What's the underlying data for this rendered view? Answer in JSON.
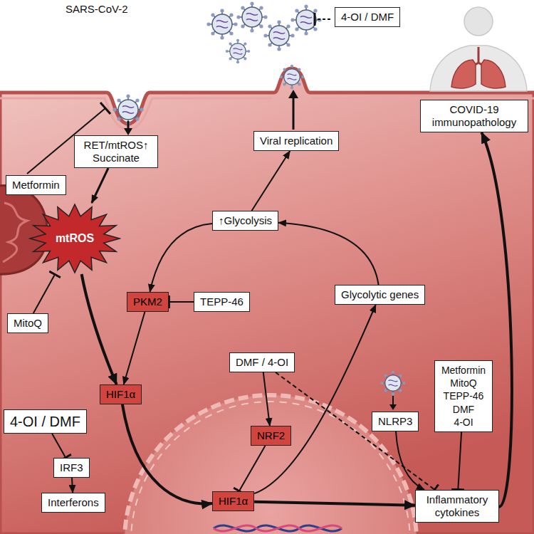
{
  "diagram": {
    "nodes": [
      {
        "text": [
          "Metformin"
        ]
      },
      {
        "text": [
          "RET/mtROS↑ Succinate"
        ]
      },
      {
        "text": [
          "mtROS"
        ]
      },
      {
        "text": [
          "MitoQ"
        ]
      },
      {
        "text": [
          "PKM2"
        ]
      },
      {
        "text": [
          "TEPP-46"
        ]
      },
      {
        "text": [
          "HIF1α"
        ]
      },
      {
        "text": [
          "4-OI / DMF"
        ]
      },
      {
        "text": [
          "IRF3"
        ]
      },
      {
        "text": [
          "Interferons"
        ]
      },
      {
        "text": [
          "DMF / 4-OI"
        ]
      },
      {
        "text": [
          "NRF2"
        ]
      },
      {
        "text": [
          "HIF1α"
        ]
      },
      {
        "text": [
          "↑Glycolysis"
        ]
      },
      {
        "text": [
          "Viral replication"
        ]
      },
      {
        "text": [
          "Glycolytic genes"
        ]
      },
      {
        "text": [
          "NLRP3"
        ]
      },
      {
        "text": [
          "Metformin MitoQ TEPP-46 DMF 4-OI"
        ]
      },
      {
        "text": [
          "Inflammatory cytokines"
        ]
      },
      {
        "text": [
          "COVID-19 immunopathology"
        ]
      },
      {
        "text": [
          "4-OI / DMF"
        ]
      }
    ],
    "edges": [
      {
        "from": 1,
        "to": 2,
        "arrow": "to"
      },
      {
        "from": 3,
        "to": 2,
        "arrow": "to"
      },
      {
        "from": 2,
        "to": 6,
        "arrow": "to"
      },
      {
        "from": 13,
        "to": 4,
        "arrow": "to"
      },
      {
        "from": 5,
        "to": 4,
        "arrow": "to"
      },
      {
        "from": 4,
        "to": 6,
        "arrow": "to"
      },
      {
        "from": 6,
        "to": 12,
        "arrow": "to"
      },
      {
        "from": 7,
        "to": 8,
        "arrow": "to"
      },
      {
        "from": 8,
        "to": 9,
        "arrow": "to"
      },
      {
        "from": 10,
        "to": 11,
        "arrow": "to"
      },
      {
        "from": 11,
        "to": 12,
        "arrow": "to"
      },
      {
        "from": 10,
        "to": 18,
        "arrow": "to"
      },
      {
        "from": 12,
        "to": 15,
        "arrow": "to"
      },
      {
        "from": 12,
        "to": 18,
        "arrow": "to"
      },
      {
        "from": 15,
        "to": 13,
        "arrow": "to"
      },
      {
        "from": 13,
        "to": 14,
        "arrow": "to"
      },
      {
        "from": 16,
        "to": 18,
        "arrow": "to"
      },
      {
        "from": 17,
        "to": 18,
        "arrow": "to"
      },
      {
        "from": 18,
        "to": 19,
        "arrow": "to"
      }
    ],
    "labels": [
      "SARS-CoV-2"
    ]
  }
}
